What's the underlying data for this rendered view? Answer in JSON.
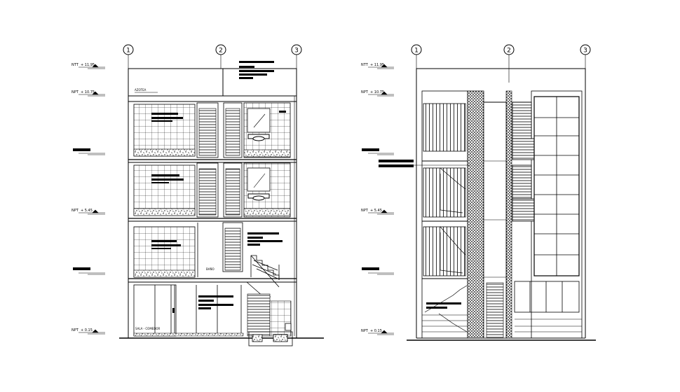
{
  "grid_axes": {
    "left": [
      "1",
      "2",
      "3"
    ],
    "right": [
      "1",
      "2",
      "3"
    ]
  },
  "levels": {
    "left": [
      {
        "prefix": "NTT",
        "value": "+ 11.95"
      },
      {
        "prefix": "NPT",
        "value": "+ 10.75"
      },
      {
        "prefix": "NPT",
        "value": "+ 5.45"
      },
      {
        "prefix": "NPT",
        "value": "+ 0.15"
      }
    ],
    "right": [
      {
        "prefix": "NTT",
        "value": "+ 11.95"
      },
      {
        "prefix": "NPT",
        "value": "+ 10.75"
      },
      {
        "prefix": "NPT",
        "value": "+ 5.45"
      },
      {
        "prefix": "NPT",
        "value": "+ 0.15"
      }
    ]
  },
  "room_labels": {
    "roof": "AZOTEA",
    "bath": "BAÑO",
    "ground": "SALA - COMEDOR"
  },
  "colors": {
    "line": "#000000",
    "background": "#ffffff"
  }
}
